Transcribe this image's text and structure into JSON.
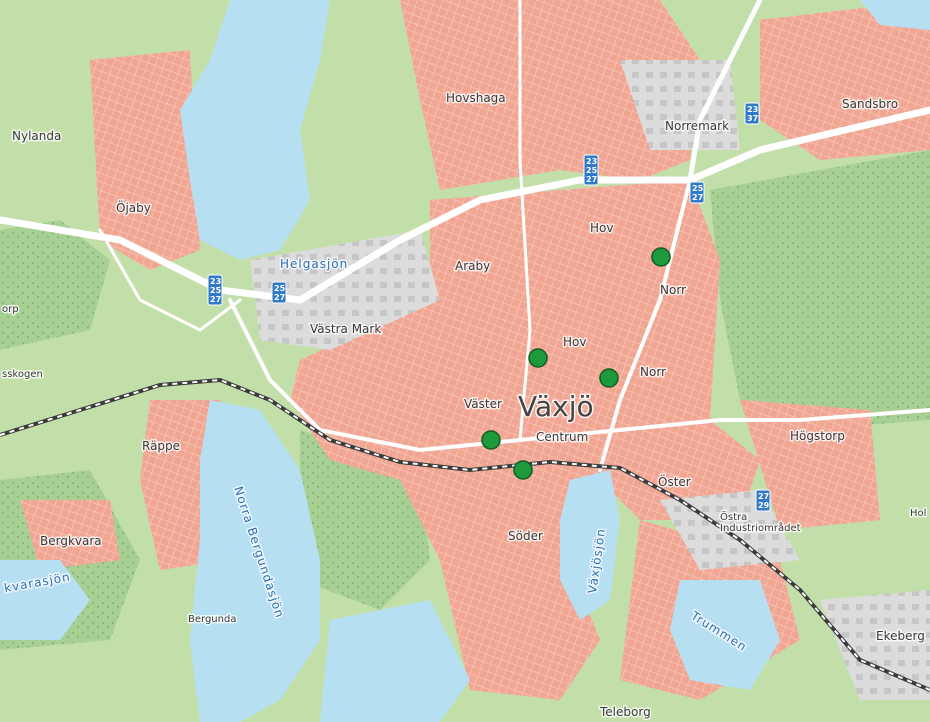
{
  "map": {
    "city_label": "Växjö",
    "colors": {
      "urban": "#f1a693",
      "urban_grid": "#f8c6b8",
      "green": "#b9d9a2",
      "forest": "#8ec07d",
      "water": "#b7dff2",
      "industrial": "#dadada",
      "road_major": "#ffffff",
      "railway": "#3b3b3b",
      "marker": "#1e9a3c",
      "marker_stroke": "#0e5d22",
      "shield": "#2f7ac9"
    },
    "place_labels": [
      {
        "id": "hovshaga",
        "text": "Hovshaga"
      },
      {
        "id": "nylanda",
        "text": "Nylanda"
      },
      {
        "id": "norremark",
        "text": "Norremark"
      },
      {
        "id": "sandsbro",
        "text": "Sandsbro"
      },
      {
        "id": "ojaby",
        "text": "Öjaby"
      },
      {
        "id": "hov-north",
        "text": "Hov"
      },
      {
        "id": "araby",
        "text": "Araby"
      },
      {
        "id": "norr-east",
        "text": "Norr"
      },
      {
        "id": "vastra-mark",
        "text": "Västra Mark"
      },
      {
        "id": "hov-center",
        "text": "Hov"
      },
      {
        "id": "norr-center",
        "text": "Norr"
      },
      {
        "id": "orp",
        "text": "orp"
      },
      {
        "id": "sskogen",
        "text": "sskogen"
      },
      {
        "id": "vaster",
        "text": "Väster"
      },
      {
        "id": "centrum",
        "text": "Centrum"
      },
      {
        "id": "hogstorp",
        "text": "Högstorp"
      },
      {
        "id": "rappe",
        "text": "Räppe"
      },
      {
        "id": "oster",
        "text": "Öster"
      },
      {
        "id": "ostra-industri",
        "text": "Östra\nIndustriområdet"
      },
      {
        "id": "hol",
        "text": "Hol"
      },
      {
        "id": "soder",
        "text": "Söder"
      },
      {
        "id": "bergkvara",
        "text": "Bergkvara"
      },
      {
        "id": "bergunda",
        "text": "Bergunda"
      },
      {
        "id": "ekeberg",
        "text": "Ekeberg"
      },
      {
        "id": "teleborg",
        "text": "Teleborg"
      }
    ],
    "water_labels": [
      {
        "id": "helgasjon",
        "text": "Helgasjön"
      },
      {
        "id": "norra-bergundasjon",
        "text": "Norra Bergundasjön"
      },
      {
        "id": "vaxjosjon",
        "text": "Växjösjön"
      },
      {
        "id": "kvarasjon",
        "text": "kvarasjön"
      },
      {
        "id": "trummen",
        "text": "Trummen"
      }
    ],
    "road_shields": [
      {
        "id": "s1",
        "lines": [
          "23",
          "25",
          "27"
        ]
      },
      {
        "id": "s2",
        "lines": [
          "25",
          "27"
        ]
      },
      {
        "id": "s3",
        "lines": [
          "23",
          "25",
          "27"
        ]
      },
      {
        "id": "s4",
        "lines": [
          "23",
          "37"
        ]
      },
      {
        "id": "s5",
        "lines": [
          "25",
          "27"
        ]
      },
      {
        "id": "s6",
        "lines": [
          "27",
          "29"
        ]
      }
    ],
    "markers": [
      {
        "id": "m1"
      },
      {
        "id": "m2"
      },
      {
        "id": "m3"
      },
      {
        "id": "m4"
      },
      {
        "id": "m5"
      }
    ]
  }
}
